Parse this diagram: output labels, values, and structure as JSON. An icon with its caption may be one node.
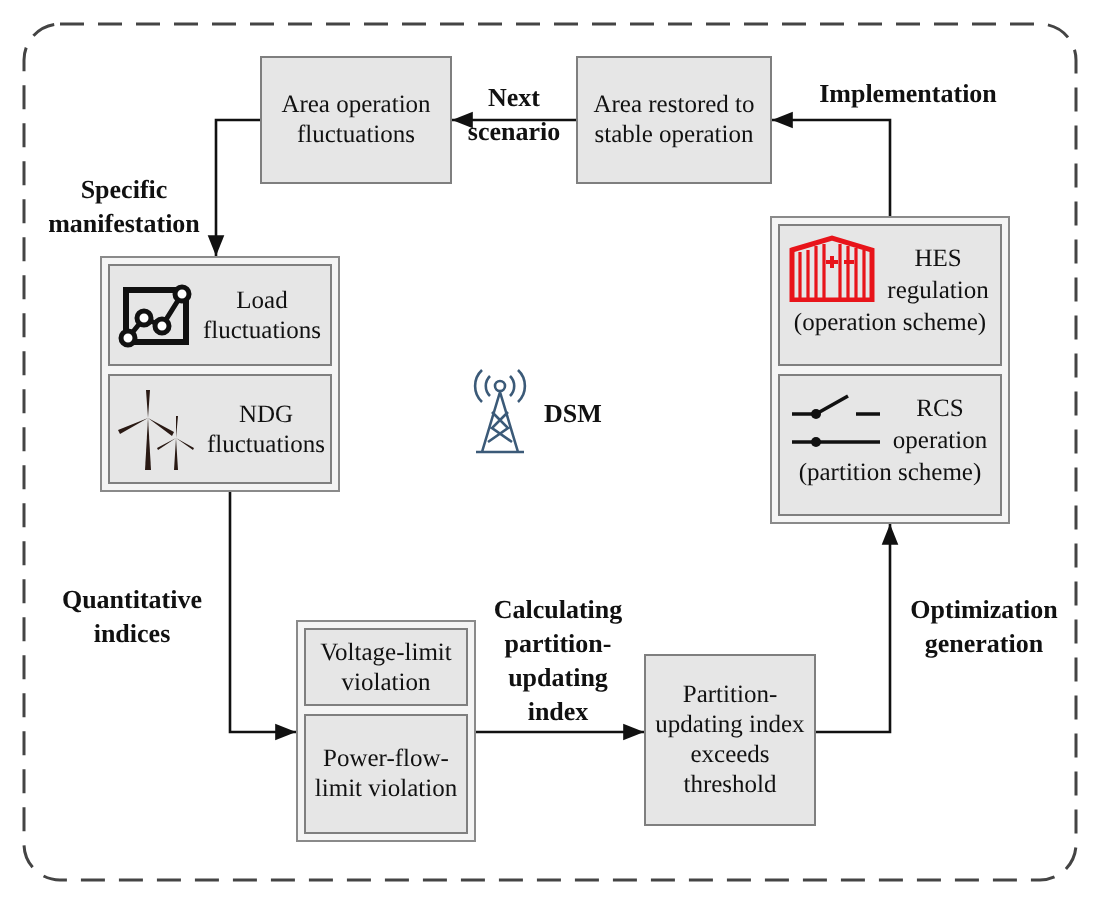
{
  "diagram": {
    "nodes": [
      {
        "text": [
          "Area operation fluctuations"
        ]
      },
      {
        "text": [
          "Area restored to stable operation"
        ]
      },
      {
        "text": [],
        "shape": "box"
      },
      {
        "text": [
          "Load fluctuations"
        ],
        "in": 2
      },
      {
        "text": [
          "NDG fluctuations"
        ],
        "in": 2
      },
      {
        "text": [],
        "shape": "box"
      },
      {
        "text": [
          "HES regulation (operation scheme)"
        ],
        "in": 5
      },
      {
        "text": [
          "RCS operation (partition scheme)"
        ],
        "in": 5
      },
      {
        "text": [],
        "shape": "box"
      },
      {
        "text": [
          "Voltage-limit violation"
        ],
        "in": 8
      },
      {
        "text": [
          "Power-flow-limit violation"
        ],
        "in": 8
      },
      {
        "text": [
          "Partition-updating index exceeds threshold"
        ]
      }
    ],
    "edges": [
      {
        "from": 1,
        "to": 0,
        "arrow": "to",
        "label": "Next scenario"
      },
      {
        "from": 0,
        "to": 2,
        "arrow": "to",
        "label": "Specific manifestation"
      },
      {
        "from": 2,
        "to": 8,
        "arrow": "to",
        "label": "Quantitative indices"
      },
      {
        "from": 8,
        "to": 11,
        "arrow": "to",
        "label": "Calculating partition-updating index"
      },
      {
        "from": 11,
        "to": 5,
        "arrow": "to",
        "label": "Optimization generation"
      },
      {
        "from": 5,
        "to": 1,
        "arrow": "to",
        "label": "Implementation"
      }
    ],
    "labels": [
      "DSM"
    ]
  }
}
